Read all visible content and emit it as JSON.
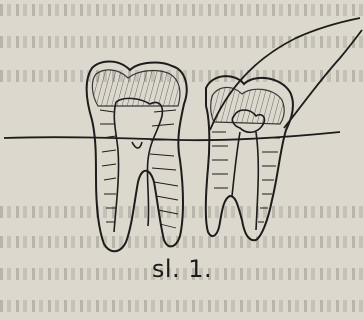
{
  "figure": {
    "caption": "sl. 1.",
    "ink_color": "#1c1c1c",
    "paper_color": "#dcd8cd",
    "elements": [
      "first-molar",
      "second-molar",
      "gingival-line",
      "flap-contour"
    ]
  }
}
